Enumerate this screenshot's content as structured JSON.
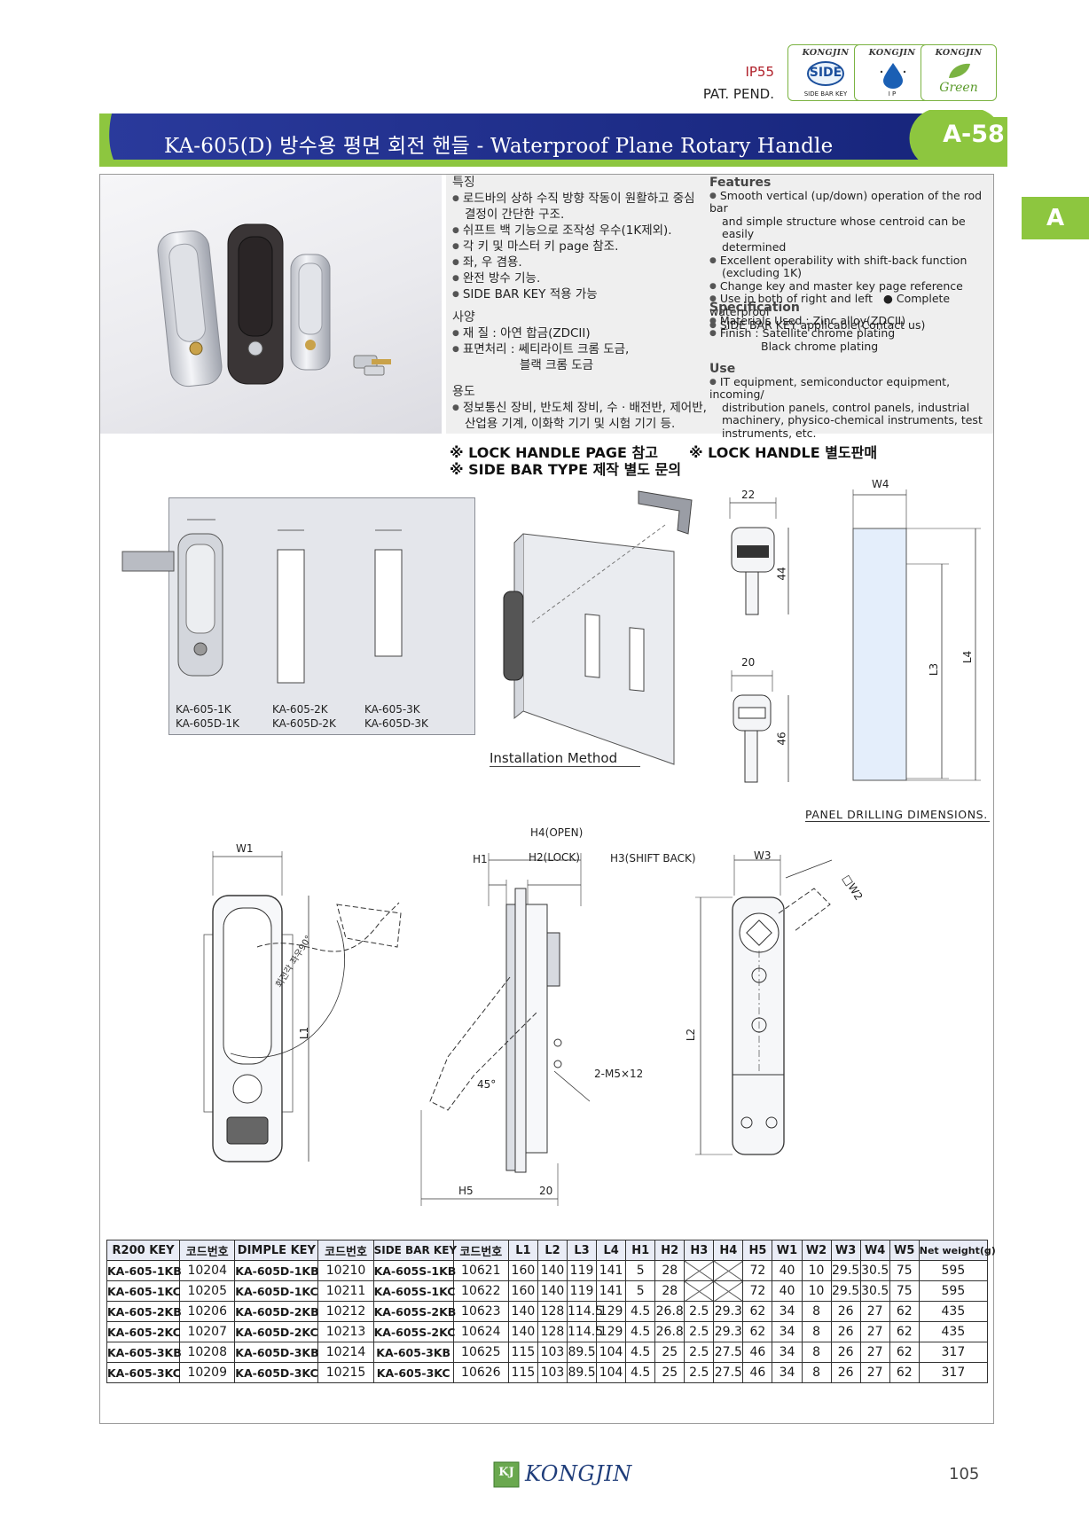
{
  "header": {
    "ip_rating": "IP55",
    "pat_pend": "PAT. PEND.",
    "badges": [
      {
        "brand": "KONGJIN",
        "label": "SIDE",
        "sub": "SIDE BAR KEY",
        "icon": "side-bar-key-icon"
      },
      {
        "brand": "KONGJIN",
        "label": "",
        "sub": "I P",
        "icon": "water-drop-icon"
      },
      {
        "brand": "KONGJIN",
        "label": "Green",
        "sub": "",
        "icon": "leaf-icon"
      }
    ],
    "title": "KA-605(D)  방수용 평면 회전 핸들 - Waterproof Plane Rotary Handle",
    "page_code": "A-58",
    "section_tab": "A"
  },
  "info_kr": {
    "features_heading": "특징",
    "features": [
      "로드바의 상하 수직 방향 작동이 원활하고 중심",
      "결정이 간단한 구조.",
      "쉬프트 백 기능으로 조작성 우수(1K제외).",
      "각 키 및 마스터 키 page 참조.",
      "좌, 우 겸용.",
      "완전 방수 기능.",
      "SIDE BAR KEY 적용 가능"
    ],
    "spec_heading": "사양",
    "spec_material": "재      질 : 아연 합금(ZDCII)",
    "spec_finish": "표면처리 : 쎄티라이트 크롬 도금,",
    "spec_finish2": "블랙 크롬 도금",
    "use_heading": "용도",
    "use_line1": "정보통신 장비, 반도체 장비, 수 · 배전반, 제어반,",
    "use_line2": "산업용 기계, 이화학 기기 및 시험 기기 등."
  },
  "info_en": {
    "features_heading": "Features",
    "features": [
      "Smooth vertical (up/down) operation of the rod bar",
      "and simple structure whose centroid can be easily",
      "determined",
      "Excellent operability with shift-back function",
      "(excluding 1K)",
      "Change key and master key page reference",
      "Use in both of right and left",
      "Complete waterproof",
      "SIDE BAR KEY applicable(Contact us)"
    ],
    "spec_heading": "Specification",
    "spec_material": "Materials Used : Zinc alloy(ZDCII)",
    "spec_finish": "Finish : Satellite chrome plating",
    "spec_finish2": "Black chrome plating",
    "use_heading": "Use",
    "use_lines": [
      "IT equipment, semiconductor equipment, incoming/",
      "distribution panels, control panels, industrial",
      "machinery, physico-chemical instruments, test",
      "instruments, etc."
    ]
  },
  "notes": {
    "line1a": "※ LOCK HANDLE PAGE 참고",
    "line1b": "※ LOCK HANDLE 별도판매",
    "line2": "※ SIDE BAR TYPE 제작 별도 문의"
  },
  "variants": {
    "labels": [
      "KA-605-1K",
      "KA-605D-1K",
      "KA-605-2K",
      "KA-605D-2K",
      "KA-605-3K",
      "KA-605D-3K"
    ]
  },
  "drawings": {
    "installation": "Installation Method",
    "panel_drilling": "PANEL DRILLING DIMENSIONS.",
    "key1_w": "22",
    "key1_h": "44",
    "key2_w": "20",
    "key2_h": "46",
    "w4": "W4",
    "l3": "L3",
    "l4": "L4",
    "w1": "W1",
    "l1": "L1",
    "rotation": "회전각 좌우90°",
    "h1": "H1",
    "h2": "H2(LOCK)",
    "h3": "H3(SHIFT BACK)",
    "h4": "H4(OPEN)",
    "h5": "H5",
    "dim20": "20",
    "angle45": "45°",
    "screw": "2-M5×12",
    "w3": "W3",
    "w2": "□W2",
    "l2": "L2"
  },
  "table": {
    "headers": [
      "R200 KEY",
      "코드번호",
      "DIMPLE KEY",
      "코드번호",
      "SIDE BAR KEY",
      "코드번호",
      "L1",
      "L2",
      "L3",
      "L4",
      "H1",
      "H2",
      "H3",
      "H4",
      "H5",
      "W1",
      "W2",
      "W3",
      "W4",
      "W5",
      "Net weight(g)"
    ],
    "rows": [
      [
        "KA-605-1KB",
        "10204",
        "KA-605D-1KB",
        "10210",
        "KA-605S-1KB",
        "10621",
        "160",
        "140",
        "119",
        "141",
        "5",
        "28",
        "",
        "",
        "72",
        "40",
        "10",
        "29.5",
        "30.5",
        "75",
        "595"
      ],
      [
        "KA-605-1KC",
        "10205",
        "KA-605D-1KC",
        "10211",
        "KA-605S-1KC",
        "10622",
        "160",
        "140",
        "119",
        "141",
        "5",
        "28",
        "",
        "",
        "72",
        "40",
        "10",
        "29.5",
        "30.5",
        "75",
        "595"
      ],
      [
        "KA-605-2KB",
        "10206",
        "KA-605D-2KB",
        "10212",
        "KA-605S-2KB",
        "10623",
        "140",
        "128",
        "114.5",
        "129",
        "4.5",
        "26.8",
        "2.5",
        "29.3",
        "62",
        "34",
        "8",
        "26",
        "27",
        "62",
        "435"
      ],
      [
        "KA-605-2KC",
        "10207",
        "KA-605D-2KC",
        "10213",
        "KA-605S-2KC",
        "10624",
        "140",
        "128",
        "114.5",
        "129",
        "4.5",
        "26.8",
        "2.5",
        "29.3",
        "62",
        "34",
        "8",
        "26",
        "27",
        "62",
        "435"
      ],
      [
        "KA-605-3KB",
        "10208",
        "KA-605D-3KB",
        "10214",
        "KA-605-3KB",
        "10625",
        "115",
        "103",
        "89.5",
        "104",
        "4.5",
        "25",
        "2.5",
        "27.5",
        "46",
        "34",
        "8",
        "26",
        "27",
        "62",
        "317"
      ],
      [
        "KA-605-3KC",
        "10209",
        "KA-605D-3KC",
        "10215",
        "KA-605-3KC",
        "10626",
        "115",
        "103",
        "89.5",
        "104",
        "4.5",
        "25",
        "2.5",
        "27.5",
        "46",
        "34",
        "8",
        "26",
        "27",
        "62",
        "317"
      ]
    ]
  },
  "footer": {
    "logo": "KJ",
    "brand": "KONGJIN",
    "page": "105"
  },
  "colors": {
    "banner_blue": "#1b2d8f",
    "accent_green": "#8dc63f",
    "ip_red": "#b0202a"
  }
}
